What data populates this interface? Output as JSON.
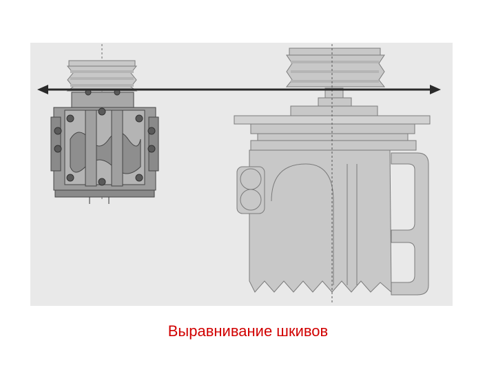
{
  "caption": "Выравнивание шкивов",
  "colors": {
    "caption": "#d10000",
    "background": "#e9e9e9",
    "part_fill": "#c8c8c8",
    "part_stroke": "#7a7a7a",
    "arrow": "#2a2a2a",
    "pump_fill": "#9c9c9c"
  },
  "icons": {
    "arrow": "double-headed-alignment-arrow",
    "left_assembly": "compressor-pump-with-pulley",
    "right_assembly": "motor-with-pulley"
  }
}
